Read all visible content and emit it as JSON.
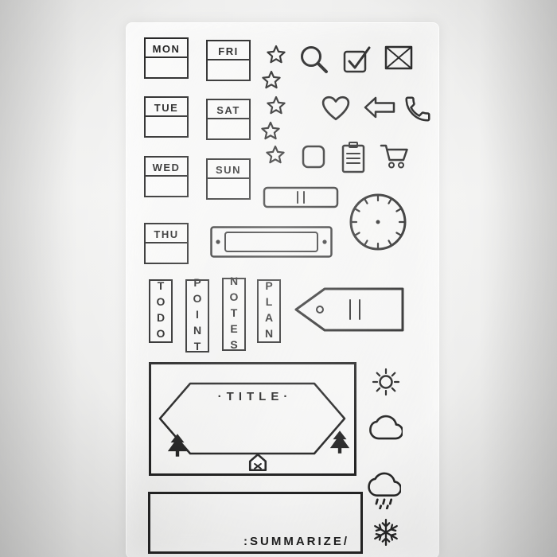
{
  "days": {
    "mon": "MON",
    "fri": "FRI",
    "tue": "TUE",
    "sat": "SAT",
    "wed": "WED",
    "sun": "SUN",
    "thu": "THU"
  },
  "vertical_labels": {
    "todo": "TODO",
    "point": "POINT",
    "notes": "NOTES",
    "plan": "PLAN"
  },
  "title_box": {
    "label": "·TITLE·"
  },
  "summarize_box": {
    "label": ":SUMMARIZE/"
  },
  "icons": [
    "star",
    "star",
    "star",
    "star",
    "star",
    "magnifier",
    "checkbox-check",
    "envelope",
    "heart",
    "arrow-left",
    "phone",
    "rounded-square",
    "clipboard",
    "shopping-cart",
    "ticket",
    "clock",
    "label-plate",
    "luggage-tag",
    "pine-tree",
    "pine-tree",
    "house",
    "sun",
    "cloud",
    "rain-cloud",
    "snowflake"
  ],
  "colors": {
    "ink": "#262626",
    "sheet": "#f4f4f3",
    "background": "#ececeb"
  }
}
